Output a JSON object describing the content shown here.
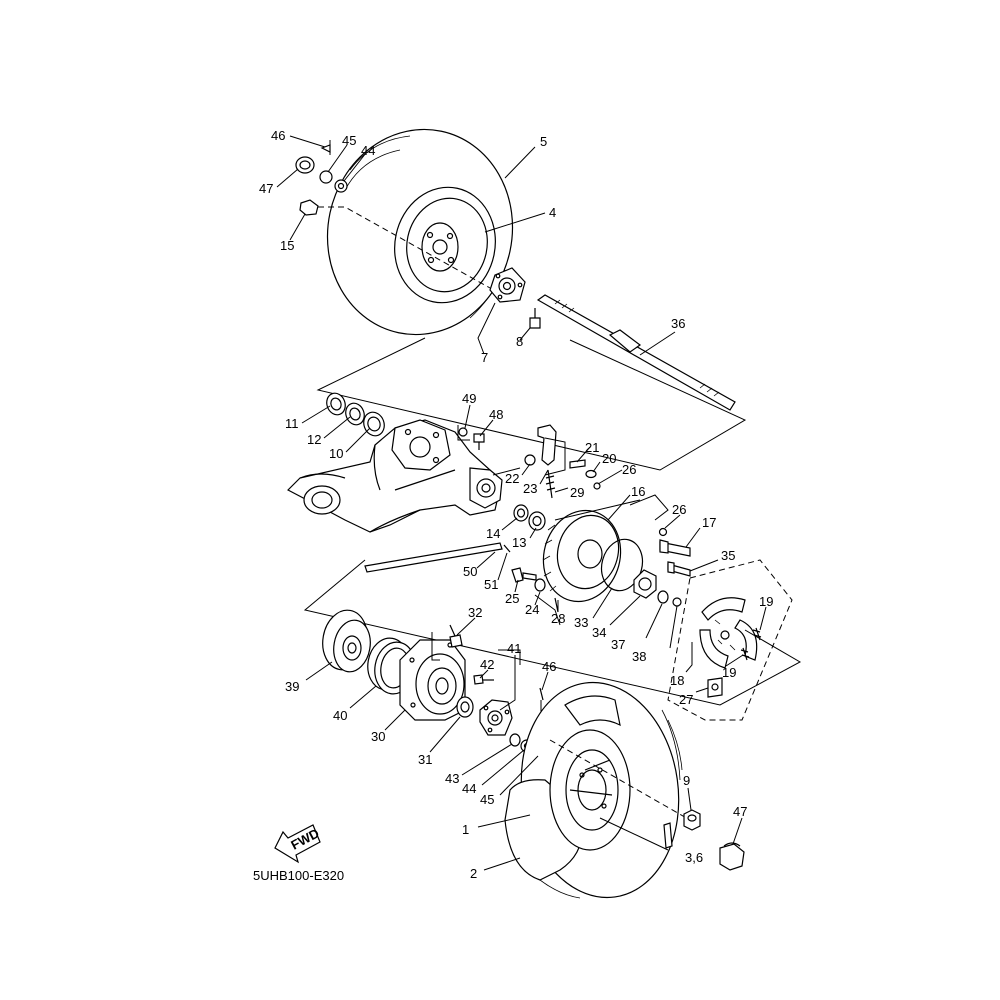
{
  "diagram_code": "5UHB100-E320",
  "fwd_label": "FWD",
  "callouts": [
    {
      "id": "46",
      "text": "46"
    },
    {
      "id": "45a",
      "text": "45"
    },
    {
      "id": "44a",
      "text": "44"
    },
    {
      "id": "47a",
      "text": "47"
    },
    {
      "id": "15",
      "text": "15"
    },
    {
      "id": "5",
      "text": "5"
    },
    {
      "id": "4",
      "text": "4"
    },
    {
      "id": "7",
      "text": "7"
    },
    {
      "id": "8",
      "text": "8"
    },
    {
      "id": "36",
      "text": "36"
    },
    {
      "id": "11",
      "text": "11"
    },
    {
      "id": "12",
      "text": "12"
    },
    {
      "id": "10",
      "text": "10"
    },
    {
      "id": "49",
      "text": "49"
    },
    {
      "id": "48",
      "text": "48"
    },
    {
      "id": "21",
      "text": "21"
    },
    {
      "id": "20",
      "text": "20"
    },
    {
      "id": "26a",
      "text": "26"
    },
    {
      "id": "22",
      "text": "22"
    },
    {
      "id": "23",
      "text": "23"
    },
    {
      "id": "29",
      "text": "29"
    },
    {
      "id": "16",
      "text": "16"
    },
    {
      "id": "14",
      "text": "14"
    },
    {
      "id": "13",
      "text": "13"
    },
    {
      "id": "26b",
      "text": "26"
    },
    {
      "id": "17",
      "text": "17"
    },
    {
      "id": "50",
      "text": "50"
    },
    {
      "id": "51",
      "text": "51"
    },
    {
      "id": "35",
      "text": "35"
    },
    {
      "id": "25",
      "text": "25"
    },
    {
      "id": "24",
      "text": "24"
    },
    {
      "id": "28",
      "text": "28"
    },
    {
      "id": "33",
      "text": "33"
    },
    {
      "id": "34",
      "text": "34"
    },
    {
      "id": "37",
      "text": "37"
    },
    {
      "id": "38",
      "text": "38"
    },
    {
      "id": "19a",
      "text": "19"
    },
    {
      "id": "19b",
      "text": "19"
    },
    {
      "id": "18",
      "text": "18"
    },
    {
      "id": "27",
      "text": "27"
    },
    {
      "id": "32",
      "text": "32"
    },
    {
      "id": "41",
      "text": "41"
    },
    {
      "id": "42",
      "text": "42"
    },
    {
      "id": "46b",
      "text": "46"
    },
    {
      "id": "39",
      "text": "39"
    },
    {
      "id": "40",
      "text": "40"
    },
    {
      "id": "30",
      "text": "30"
    },
    {
      "id": "31",
      "text": "31"
    },
    {
      "id": "43",
      "text": "43"
    },
    {
      "id": "44b",
      "text": "44"
    },
    {
      "id": "45b",
      "text": "45"
    },
    {
      "id": "9",
      "text": "9"
    },
    {
      "id": "47b",
      "text": "47"
    },
    {
      "id": "1",
      "text": "1"
    },
    {
      "id": "36c",
      "text": "3,6"
    },
    {
      "id": "2",
      "text": "2"
    }
  ]
}
